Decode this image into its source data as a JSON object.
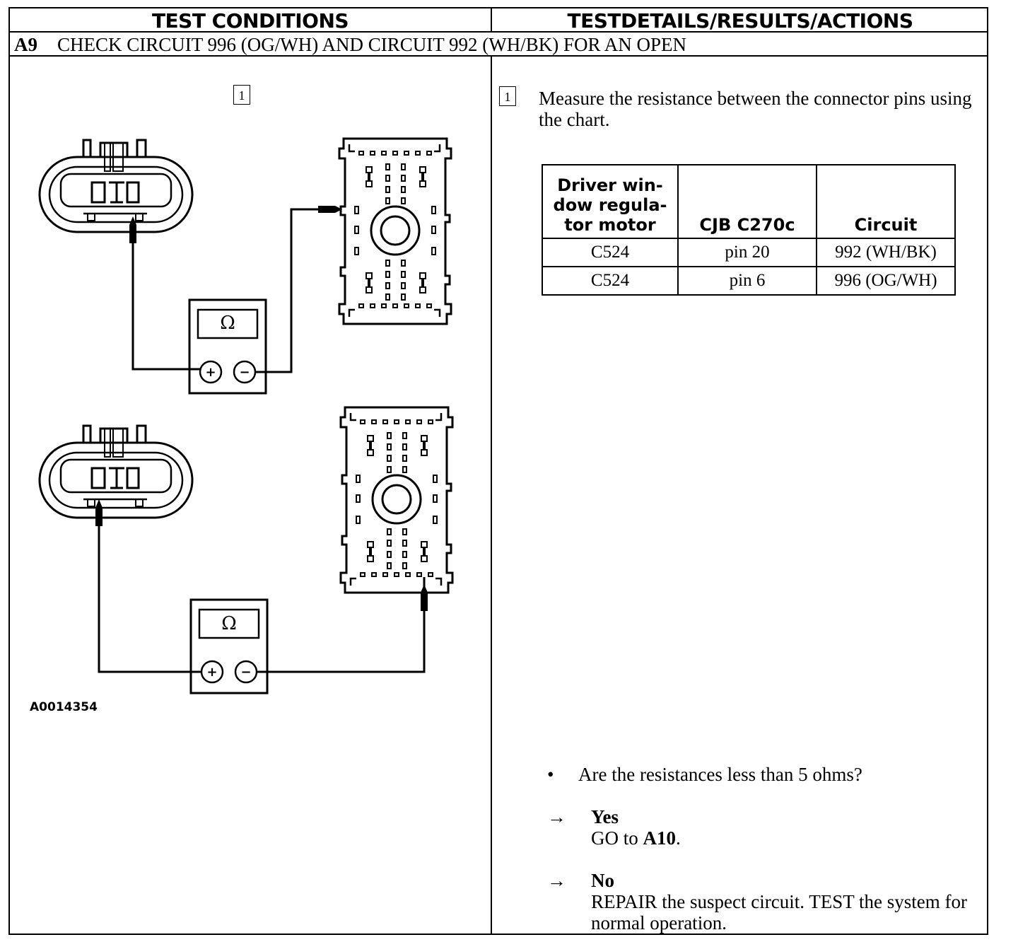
{
  "header": {
    "left": "TEST CONDITIONS",
    "right": "TESTDETAILS/RESULTS/ACTIONS"
  },
  "step": {
    "number": "A9",
    "title": "CHECK CIRCUIT 996 (OG/WH) AND CIRCUIT 992 (WH/BK) FOR AN OPEN"
  },
  "figure": {
    "callout": "1",
    "meter_symbol": "Ω",
    "plus_symbol": "+",
    "minus_symbol": "−",
    "figure_id": "A0014354"
  },
  "details": {
    "callout": "1",
    "instruction": "Measure the resistance between the connector pins using the chart.",
    "table": {
      "headers": [
        "Driver win-dow regula-tor motor",
        "CJB C270c",
        "Circuit"
      ],
      "rows": [
        [
          "C524",
          "pin 20",
          "992 (WH/BK)"
        ],
        [
          "C524",
          "pin 6",
          "996 (OG/WH)"
        ]
      ]
    },
    "question_bullet": "•",
    "question": "Are the resistances less than 5 ohms?",
    "arrow": "→",
    "yes_label": "Yes",
    "yes_action_prefix": "GO to ",
    "yes_action_target": "A10",
    "yes_action_suffix": ".",
    "no_label": "No",
    "no_action": "REPAIR the suspect circuit. TEST the system for normal operation."
  }
}
